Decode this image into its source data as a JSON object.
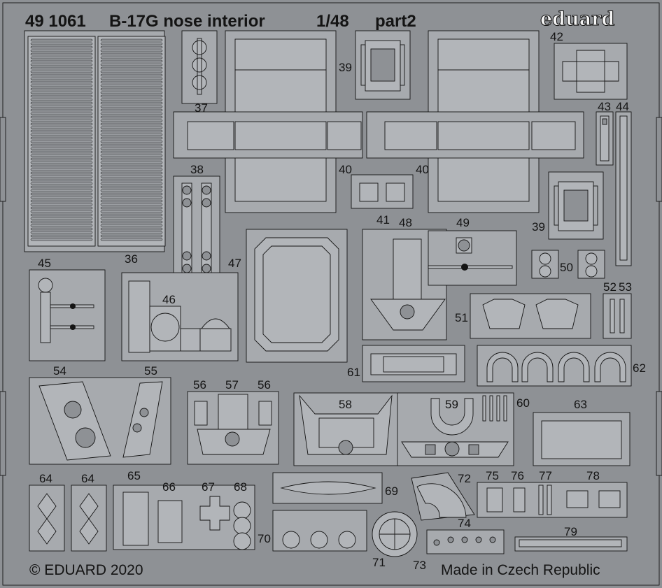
{
  "header": {
    "code": "49 1061",
    "title": "B-17G nose interior",
    "scale": "1/48",
    "part": "part2",
    "brand": "eduard"
  },
  "footer": {
    "copyright": "© EDUARD 2020",
    "origin": "Made in Czech Republic"
  },
  "part_numbers": {
    "p36": "36",
    "p37": "37",
    "p38": "38",
    "p39a": "39",
    "p39b": "39",
    "p40a": "40",
    "p40b": "40",
    "p41": "41",
    "p42": "42",
    "p43": "43",
    "p44": "44",
    "p45": "45",
    "p46": "46",
    "p47": "47",
    "p48": "48",
    "p49": "49",
    "p50": "50",
    "p51": "51",
    "p52": "52",
    "p53": "53",
    "p54": "54",
    "p55": "55",
    "p56a": "56",
    "p56b": "56",
    "p57": "57",
    "p58": "58",
    "p59": "59",
    "p60": "60",
    "p61": "61",
    "p62": "62",
    "p63": "63",
    "p64a": "64",
    "p64b": "64",
    "p65": "65",
    "p66": "66",
    "p67": "67",
    "p68": "68",
    "p69": "69",
    "p70": "70",
    "p71": "71",
    "p72": "72",
    "p73": "73",
    "p74": "74",
    "p75": "75",
    "p76": "76",
    "p77": "77",
    "p78": "78",
    "p79": "79"
  },
  "colors": {
    "fret_background": "#8e9195",
    "part_fill": "#b2b5b9",
    "sprue_fill": "#a7aaae",
    "outline": "#141414"
  }
}
